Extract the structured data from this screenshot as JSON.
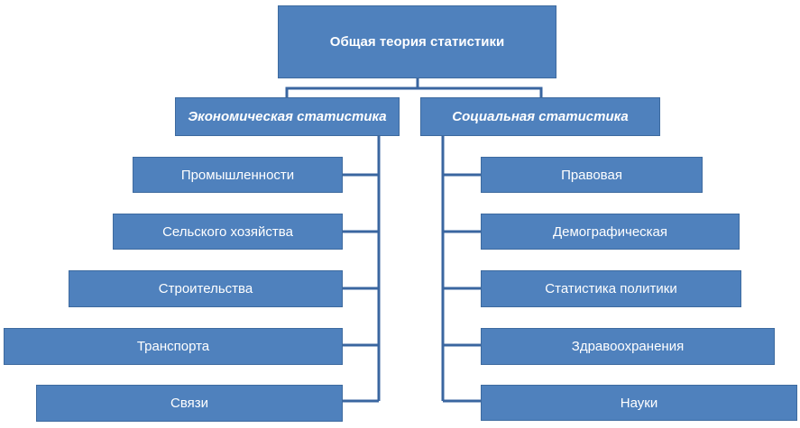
{
  "root": {
    "label": "Общая теория статистики"
  },
  "economic": {
    "label": "Экономическая статистика",
    "items": [
      "Промышленности",
      "Сельского хозяйства",
      "Строительства",
      "Транспорта",
      "Связи"
    ]
  },
  "social": {
    "label": "Социальная статистика",
    "items": [
      "Правовая",
      "Демографическая",
      "Статистика политики",
      "Здравоохранения",
      "Науки"
    ]
  },
  "colors": {
    "box_fill": "#4f81bd",
    "box_border": "#3d6a9f",
    "connector": "#3a66a0",
    "text": "#ffffff"
  }
}
